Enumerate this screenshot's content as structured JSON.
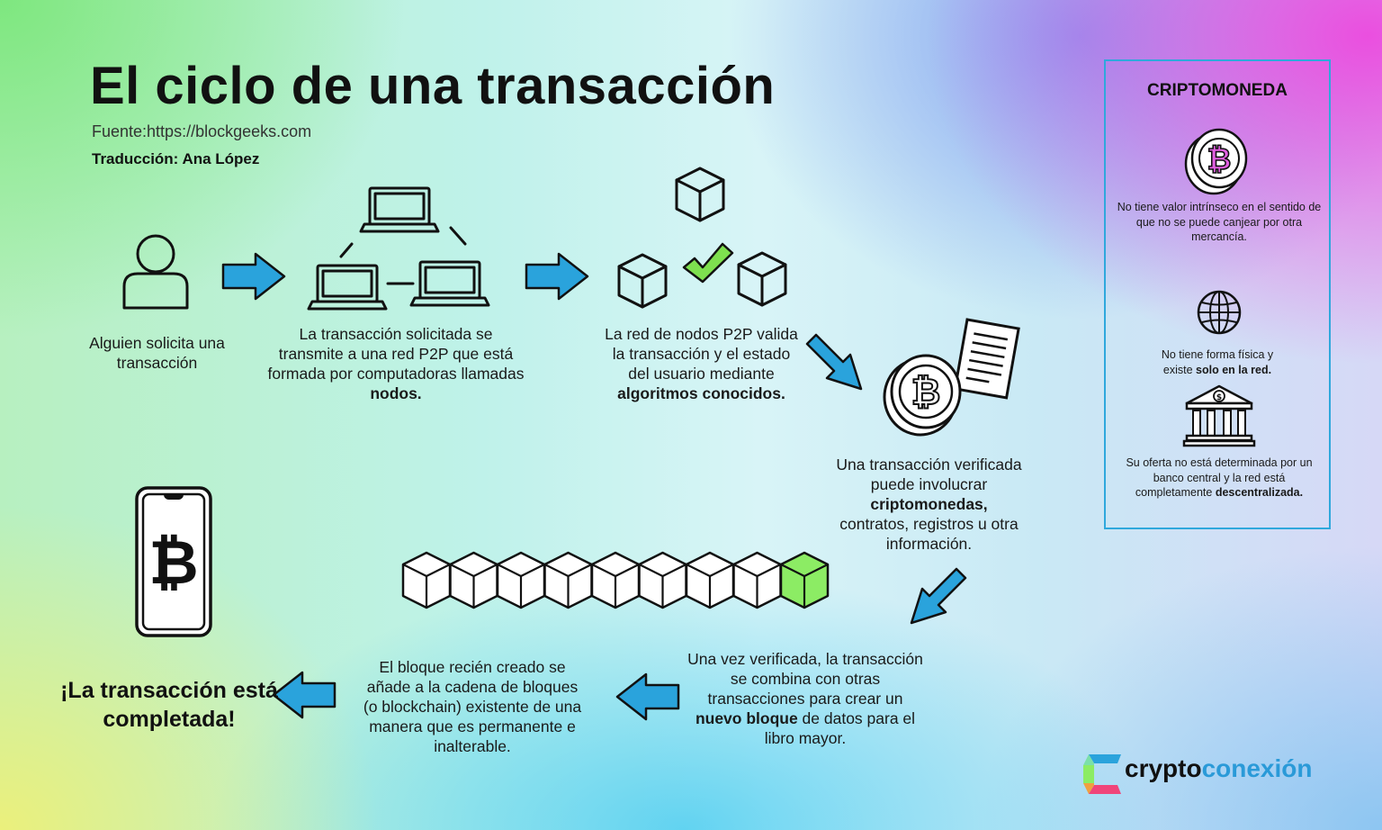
{
  "header": {
    "title": "El ciclo de una transacción",
    "source": "Fuente:https://blockgeeks.com",
    "translation": "Traducción: Ana López"
  },
  "steps": {
    "step1": {
      "text": "Alguien solicita una transacción"
    },
    "step2": {
      "text": "La transacción solicitada se transmite a una red P2P que está formada por computadoras llamadas ",
      "bold": "nodos."
    },
    "step3": {
      "text": "La red de nodos P2P valida la transacción y el estado del usuario mediante ",
      "bold": "algoritmos conocidos."
    },
    "step4": {
      "text_before": "Una transacción verificada puede involucrar",
      "bold": "criptomonedas,",
      "text_after": "contratos, registros u otra información."
    },
    "step5": {
      "text_before": "Una vez verificada, la transacción se combina con otras transacciones para crear un ",
      "bold": "nuevo bloque",
      "text_after": " de datos para el libro mayor."
    },
    "step6": {
      "text": "El bloque recién creado se añade a la cadena de bloques (o blockchain) existente de una manera que es permanente e inalterable."
    },
    "final": {
      "text": "¡La transacción está completada!"
    }
  },
  "sidebar": {
    "title": "CRIPTOMONEDA",
    "items": [
      {
        "text": "No tiene valor intrínseco en el sentido de que no se puede canjear por otra mercancía.",
        "icon": "bitcoin-coin-icon"
      },
      {
        "text": "No tiene forma física y existe ",
        "bold": "solo en la red.",
        "icon": "globe-icon"
      },
      {
        "text": "Su oferta no está determinada por un banco central y la red está completamente ",
        "bold": "descentralizada.",
        "icon": "bank-icon"
      }
    ]
  },
  "brand": {
    "name_part1": "crypto",
    "name_part2": "conexión"
  },
  "colors": {
    "arrow": "#2aa3dc",
    "check": "#7ee04f",
    "new_block": "#8cec64",
    "panel_border": "#2fa8dc"
  }
}
